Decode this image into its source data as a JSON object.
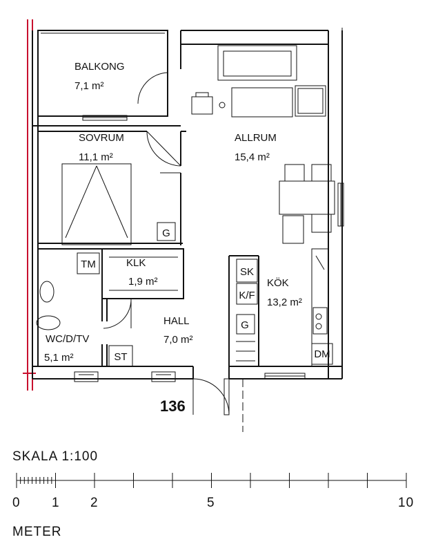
{
  "unit_number": "136",
  "rooms": {
    "balkong": {
      "name": "BALKONG",
      "area": "7,1 m²"
    },
    "sovrum": {
      "name": "SOVRUM",
      "area": "11,1 m²"
    },
    "allrum": {
      "name": "ALLRUM",
      "area": "15,4 m²"
    },
    "klk": {
      "name": "KLK",
      "area": "1,9 m²"
    },
    "kok": {
      "name": "KÖK",
      "area": "13,2 m²"
    },
    "hall": {
      "name": "HALL",
      "area": "7,0 m²"
    },
    "wc": {
      "name": "WC/D/TV",
      "area": "5,1 m²"
    }
  },
  "fixtures": {
    "g_sovrum": "G",
    "tm": "TM",
    "sk": "SK",
    "kf": "K/F",
    "g_hall": "G",
    "st": "ST",
    "dm": "DM"
  },
  "scale": {
    "title": "SKALA  1:100",
    "unit_label": "METER",
    "labels": [
      "0",
      "1",
      "2",
      "5",
      "10"
    ]
  }
}
